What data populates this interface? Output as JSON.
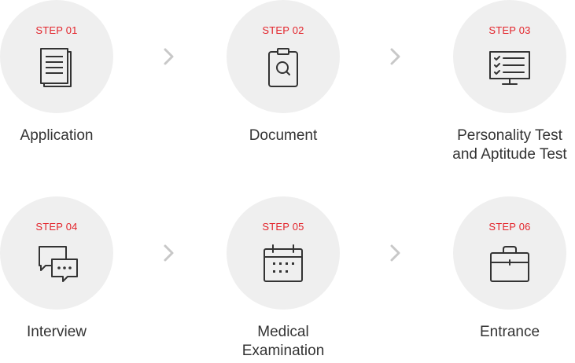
{
  "steps": [
    {
      "label": "STEP 01",
      "title_lines": [
        "Application"
      ],
      "icon": "document-stack-icon"
    },
    {
      "label": "STEP 02",
      "title_lines": [
        "Document"
      ],
      "icon": "clipboard-search-icon"
    },
    {
      "label": "STEP 03",
      "title_lines": [
        "Personality Test",
        "and Aptitude Test"
      ],
      "icon": "monitor-checklist-icon"
    },
    {
      "label": "STEP 04",
      "title_lines": [
        "Interview"
      ],
      "icon": "chat-bubbles-icon"
    },
    {
      "label": "STEP 05",
      "title_lines": [
        "Medical",
        "Examination"
      ],
      "icon": "calendar-icon"
    },
    {
      "label": "STEP 06",
      "title_lines": [
        "Entrance"
      ],
      "icon": "briefcase-icon"
    }
  ],
  "arrow_icon": "chevron-right-icon",
  "colors": {
    "step_label": "#e3242b",
    "circle": "#efefef",
    "title": "#333333",
    "icon_stroke": "#333333",
    "arrow": "#c8c8c8"
  }
}
